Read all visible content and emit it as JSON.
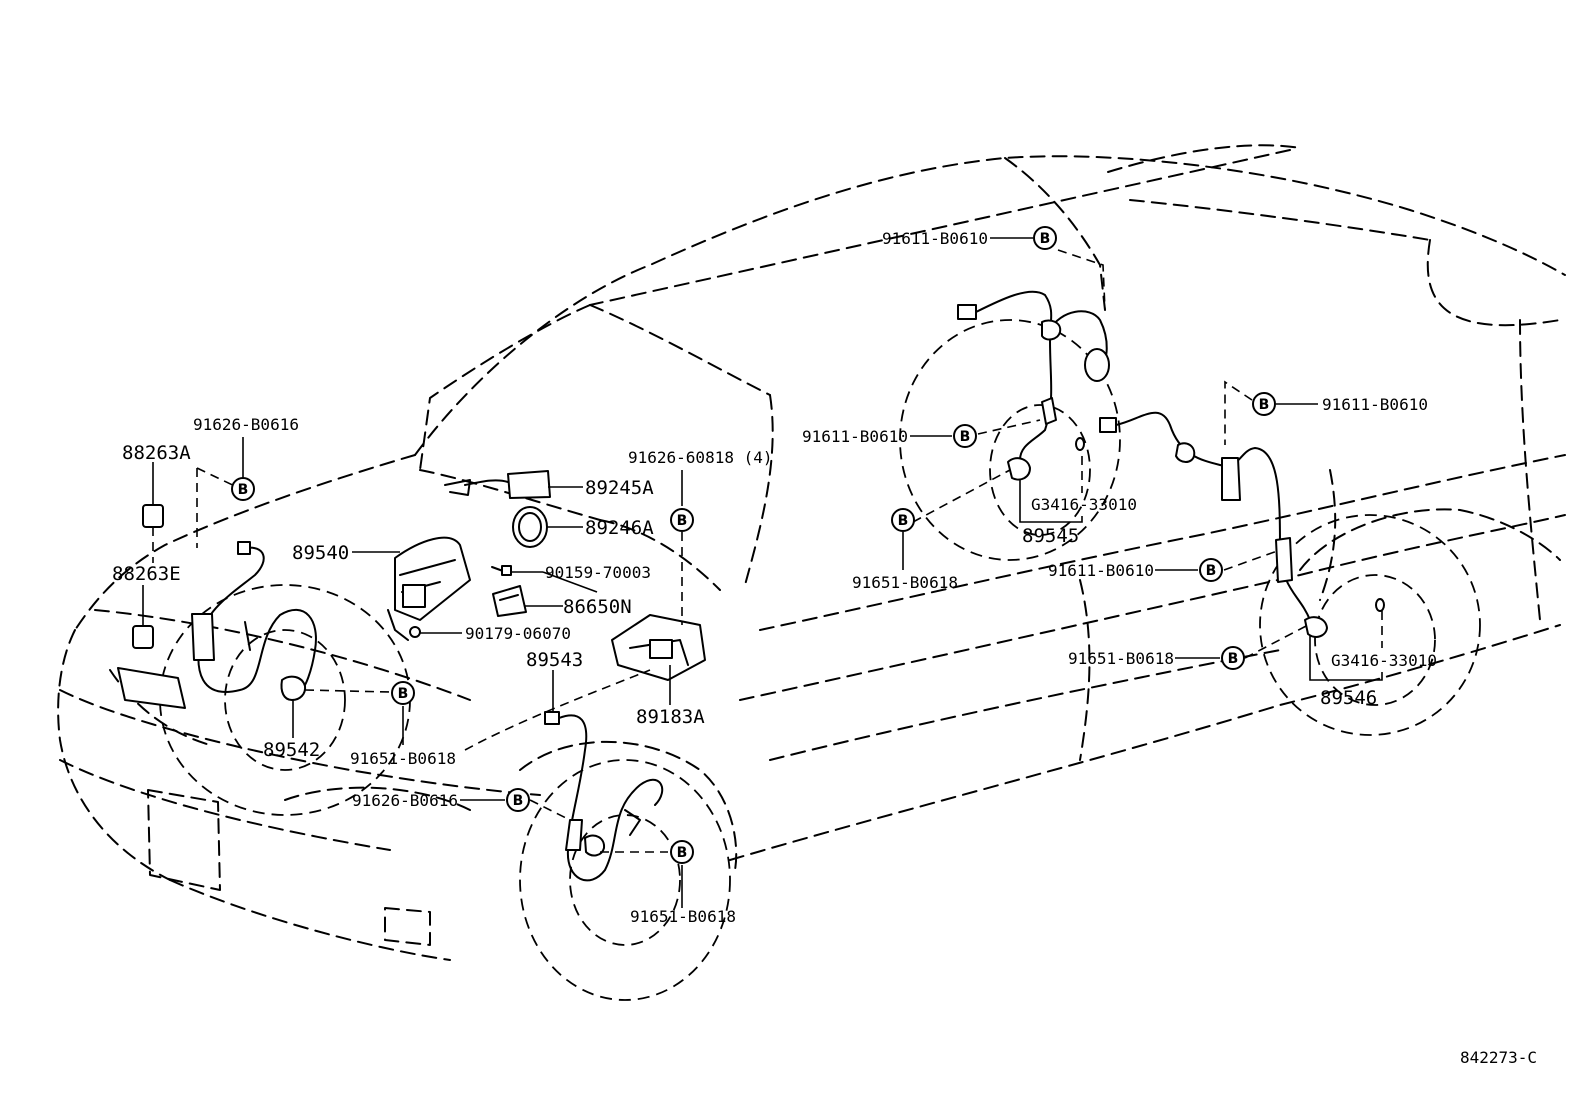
{
  "diagram_id": "842273-C",
  "bolt_marker": "B",
  "labels": {
    "p91626_b0616_top": "91626-B0616",
    "p88263a": "88263A",
    "p88263e": "88263E",
    "p89540": "89540",
    "p89245a": "89245A",
    "p89246a": "89246A",
    "p91626_60818": "91626-60818 (4)",
    "p90159_70003": "90159-70003",
    "p86650n": "86650N",
    "p90179_06070": "90179-06070",
    "p89543": "89543",
    "p89183a": "89183A",
    "p89542": "89542",
    "p91651_b0618_fl": "91651-B0618",
    "p91626_b0616_fr": "91626-B0616",
    "p91651_b0618_fr": "91651-B0618",
    "p91611_b0610_top": "91611-B0610",
    "p91611_b0610_rl": "91611-B0610",
    "p91651_b0618_rl": "91651-B0618",
    "pg3416_33010_rl": "G3416-33010",
    "p89545": "89545",
    "p91611_b0610_rr_top": "91611-B0610",
    "p91611_b0610_rr_mid": "91611-B0610",
    "p91651_b0618_rr": "91651-B0618",
    "pg3416_33010_rr": "G3416-33010",
    "p89546": "89546"
  }
}
